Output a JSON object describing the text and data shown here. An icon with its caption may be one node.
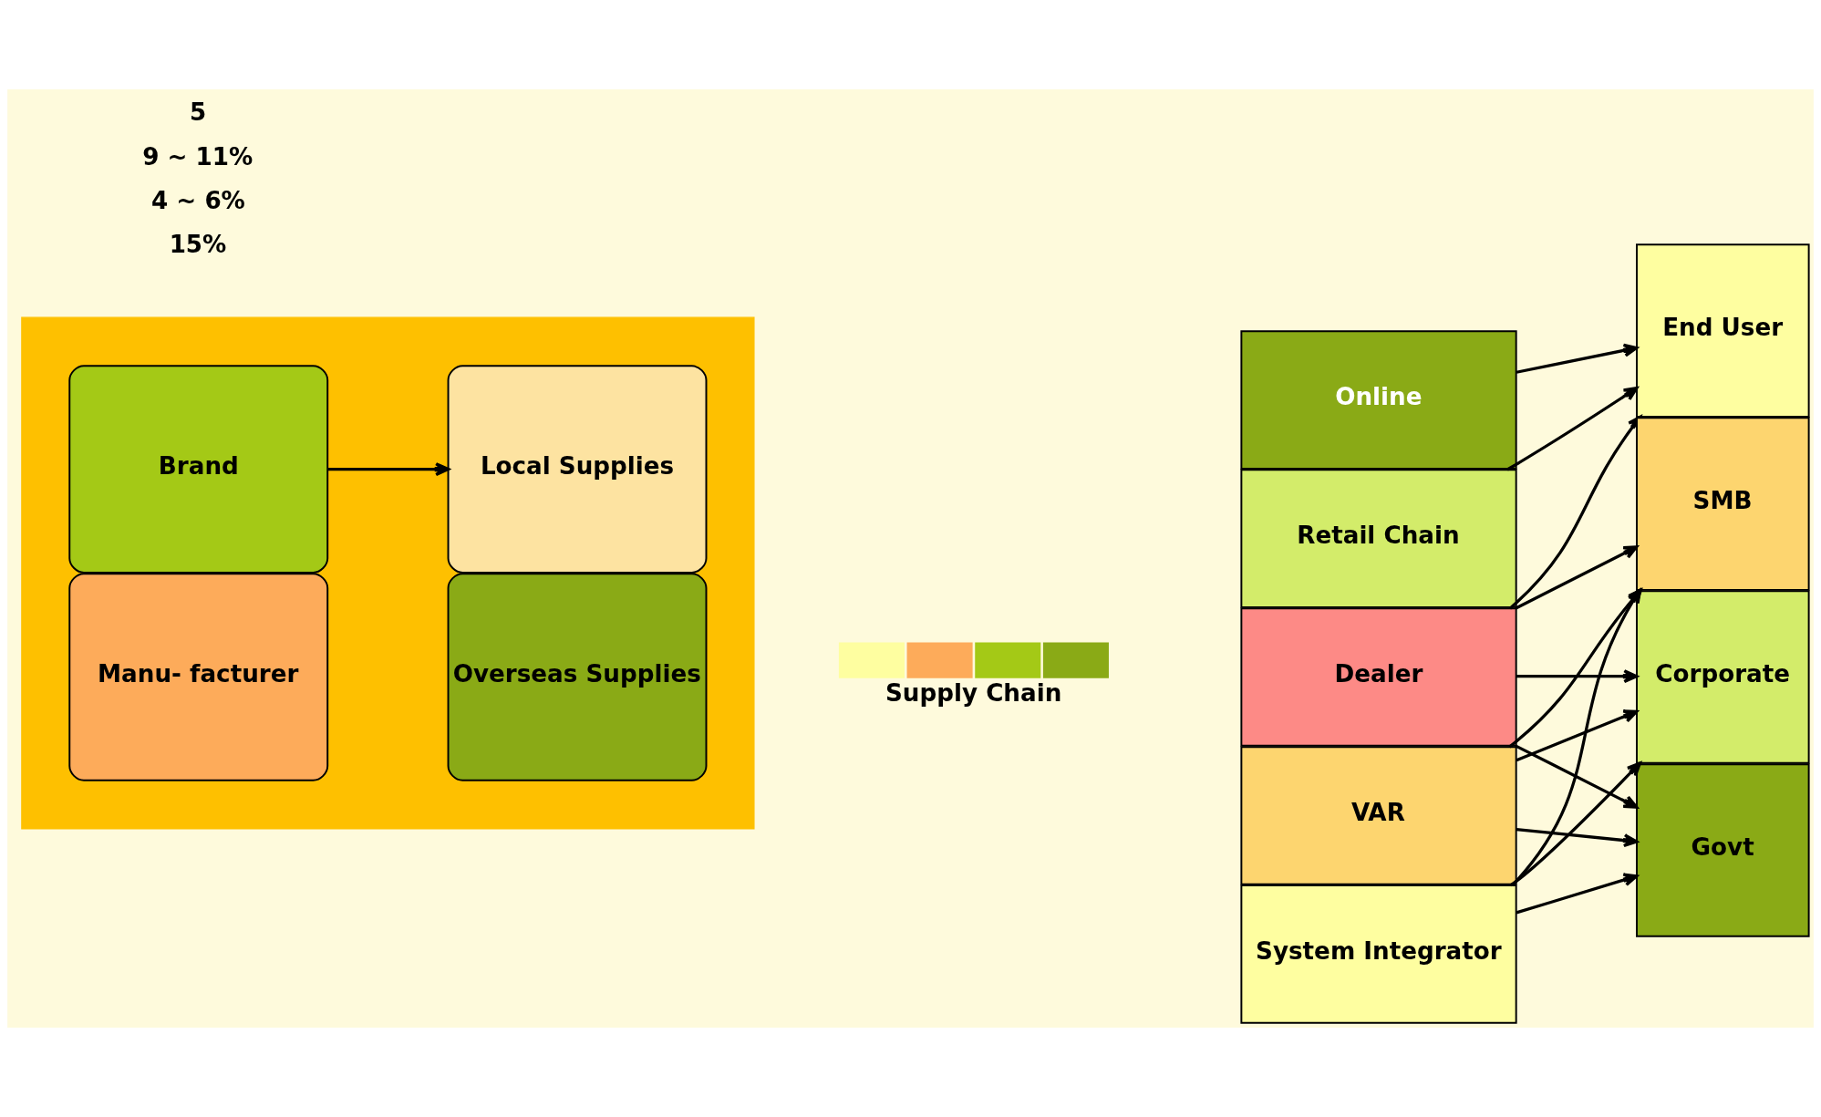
{
  "diagram": {
    "nodes": [
      {
        "text": [],
        "shape": "box"
      },
      {
        "text": [
          "Brand"
        ],
        "in": 0
      },
      {
        "text": [
          "Local Supplies"
        ],
        "in": 0
      },
      {
        "text": [
          "Manu- facturer"
        ],
        "in": 0
      },
      {
        "text": [
          "Overseas Supplies"
        ],
        "in": 0
      },
      {
        "text": [
          "Supply Chain"
        ]
      },
      {
        "text": [
          "Online"
        ]
      },
      {
        "text": [
          "Retail Chain"
        ]
      },
      {
        "text": [
          "Dealer"
        ]
      },
      {
        "text": [
          "VAR"
        ]
      },
      {
        "text": [
          "System Integrator"
        ]
      },
      {
        "text": [
          "End User"
        ]
      },
      {
        "text": [
          "SMB"
        ]
      },
      {
        "text": [
          "Corporate"
        ]
      },
      {
        "text": [
          "Govt"
        ]
      }
    ],
    "edges": [
      {
        "from": 1,
        "to": 2,
        "arrow": "to"
      },
      {
        "from": 6,
        "to": 11,
        "arrow": "to"
      },
      {
        "from": 7,
        "to": 11,
        "arrow": "to"
      },
      {
        "from": 8,
        "to": 11,
        "arrow": "to"
      },
      {
        "from": 8,
        "to": 12,
        "arrow": "to"
      },
      {
        "from": 8,
        "to": 13,
        "arrow": "to"
      },
      {
        "from": 8,
        "to": 14,
        "arrow": "to"
      },
      {
        "from": 9,
        "to": 12,
        "arrow": "to"
      },
      {
        "from": 9,
        "to": 13,
        "arrow": "to"
      },
      {
        "from": 9,
        "to": 14,
        "arrow": "to"
      },
      {
        "from": 10,
        "to": 12,
        "arrow": "to"
      },
      {
        "from": 10,
        "to": 13,
        "arrow": "to"
      },
      {
        "from": 10,
        "to": 14,
        "arrow": "to"
      }
    ],
    "labels": [
      "15%",
      "4 ~ 6%",
      "9 ~ 11%",
      "5"
    ]
  }
}
